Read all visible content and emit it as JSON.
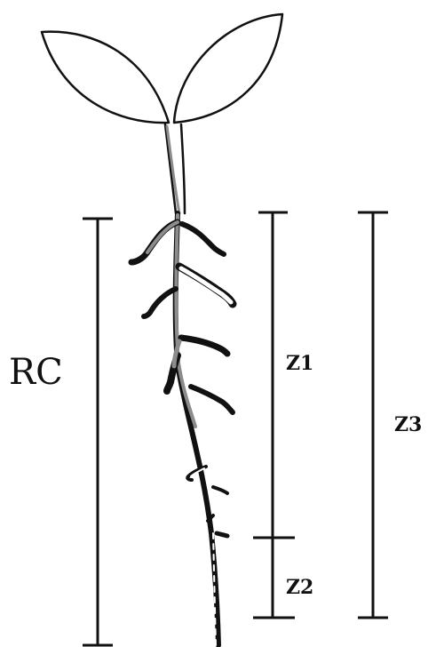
{
  "labels": {
    "rc": "RC",
    "z1": "Z1",
    "z2": "Z2",
    "z3": "Z3"
  },
  "colors": {
    "ink": "#111111",
    "stem_gray": "#8c8c8c",
    "background": "#ffffff"
  }
}
